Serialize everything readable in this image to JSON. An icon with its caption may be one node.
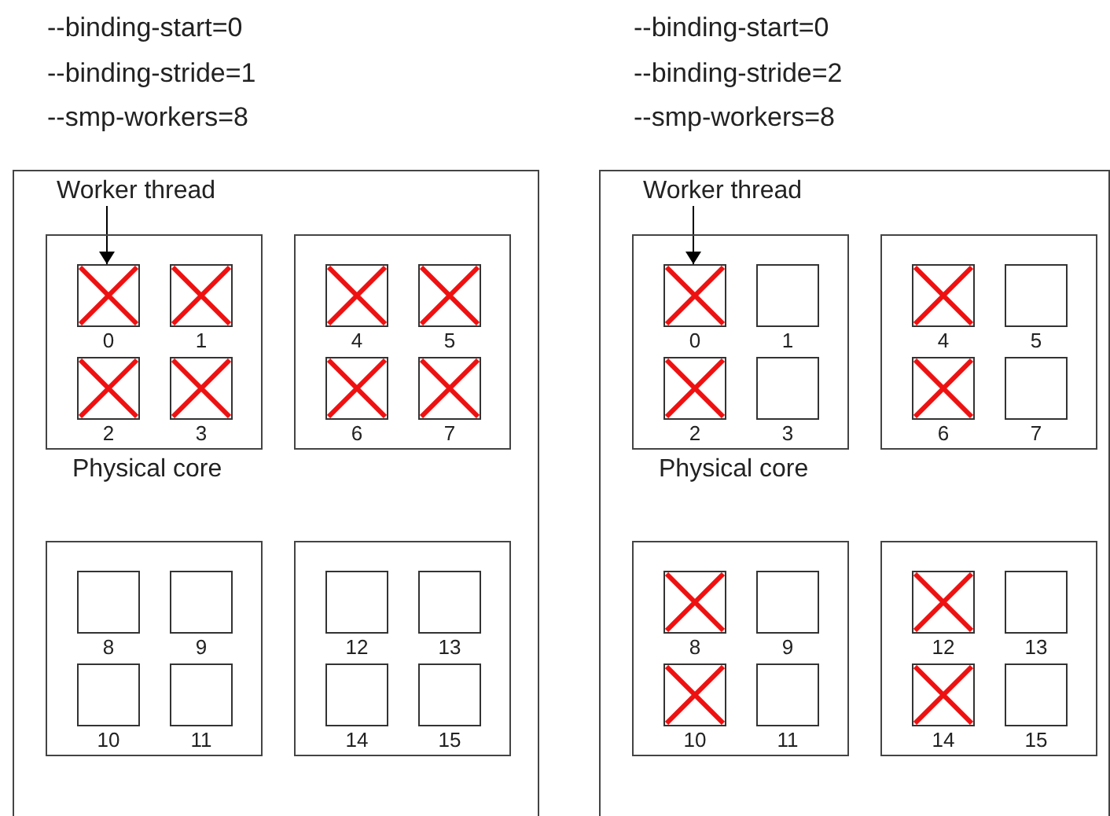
{
  "diagram": {
    "nodes": [
      {
        "text": [],
        "shape": "box"
      },
      {
        "text": [
          "Worker thread"
        ],
        "in": 0
      },
      {
        "text": [
          "Physical core"
        ],
        "in": 0
      },
      {
        "text": [],
        "shape": "cross",
        "beside": [
          "0"
        ],
        "in": 2
      },
      {
        "text": [],
        "shape": "cross",
        "beside": [
          "1"
        ],
        "in": 2
      },
      {
        "text": [],
        "shape": "cross",
        "beside": [
          "2"
        ],
        "in": 2
      },
      {
        "text": [],
        "shape": "cross",
        "beside": [
          "3"
        ],
        "in": 2
      },
      {
        "text": [],
        "shape": "box",
        "in": 0
      },
      {
        "text": [],
        "shape": "cross",
        "beside": [
          "4"
        ],
        "in": 7
      },
      {
        "text": [],
        "shape": "cross",
        "beside": [
          "5"
        ],
        "in": 7
      },
      {
        "text": [],
        "shape": "cross",
        "beside": [
          "6"
        ],
        "in": 7
      },
      {
        "text": [],
        "shape": "cross",
        "beside": [
          "7"
        ],
        "in": 7
      },
      {
        "text": [],
        "shape": "box",
        "in": 0
      },
      {
        "text": [],
        "shape": "box",
        "beside": [
          "8"
        ],
        "in": 12
      },
      {
        "text": [],
        "shape": "box",
        "beside": [
          "9"
        ],
        "in": 12
      },
      {
        "text": [],
        "shape": "box",
        "beside": [
          "10"
        ],
        "in": 12
      },
      {
        "text": [],
        "shape": "box",
        "beside": [
          "11"
        ],
        "in": 12
      },
      {
        "text": [],
        "shape": "box",
        "in": 0
      },
      {
        "text": [],
        "shape": "box",
        "beside": [
          "12"
        ],
        "in": 17
      },
      {
        "text": [],
        "shape": "box",
        "beside": [
          "13"
        ],
        "in": 17
      },
      {
        "text": [],
        "shape": "box",
        "beside": [
          "14"
        ],
        "in": 17
      },
      {
        "text": [],
        "shape": "box",
        "beside": [
          "15"
        ],
        "in": 17
      },
      {
        "text": [],
        "shape": "box"
      },
      {
        "text": [
          "Worker thread"
        ],
        "in": 22
      },
      {
        "text": [
          "Physical core"
        ],
        "in": 22
      },
      {
        "text": [],
        "shape": "cross",
        "beside": [
          "0"
        ],
        "in": 24
      },
      {
        "text": [],
        "shape": "box",
        "beside": [
          "1"
        ],
        "in": 24
      },
      {
        "text": [],
        "shape": "cross",
        "beside": [
          "2"
        ],
        "in": 24
      },
      {
        "text": [],
        "shape": "box",
        "beside": [
          "3"
        ],
        "in": 24
      },
      {
        "text": [],
        "shape": "box",
        "in": 22
      },
      {
        "text": [],
        "shape": "cross",
        "beside": [
          "4"
        ],
        "in": 29
      },
      {
        "text": [],
        "shape": "box",
        "beside": [
          "5"
        ],
        "in": 29
      },
      {
        "text": [],
        "shape": "cross",
        "beside": [
          "6"
        ],
        "in": 29
      },
      {
        "text": [],
        "shape": "box",
        "beside": [
          "7"
        ],
        "in": 29
      },
      {
        "text": [],
        "shape": "box",
        "in": 22
      },
      {
        "text": [],
        "shape": "cross",
        "beside": [
          "8"
        ],
        "in": 34
      },
      {
        "text": [],
        "shape": "box",
        "beside": [
          "9"
        ],
        "in": 34
      },
      {
        "text": [],
        "shape": "cross",
        "beside": [
          "10"
        ],
        "in": 34
      },
      {
        "text": [],
        "shape": "box",
        "beside": [
          "11"
        ],
        "in": 34
      },
      {
        "text": [],
        "shape": "box",
        "in": 22
      },
      {
        "text": [],
        "shape": "cross",
        "beside": [
          "12"
        ],
        "in": 39
      },
      {
        "text": [],
        "shape": "box",
        "beside": [
          "13"
        ],
        "in": 39
      },
      {
        "text": [],
        "shape": "cross",
        "beside": [
          "14"
        ],
        "in": 39
      },
      {
        "text": [],
        "shape": "box",
        "beside": [
          "15"
        ],
        "in": 39
      }
    ],
    "edges": [
      {
        "from": 1,
        "to": 3,
        "arrow": "to"
      },
      {
        "from": 23,
        "to": 25,
        "arrow": "to"
      }
    ],
    "labels": [
      "--binding-start=0",
      "--binding-stride=1",
      "--smp-workers=8",
      "--binding-start=0",
      "--binding-stride=2",
      "--smp-workers=8"
    ]
  }
}
